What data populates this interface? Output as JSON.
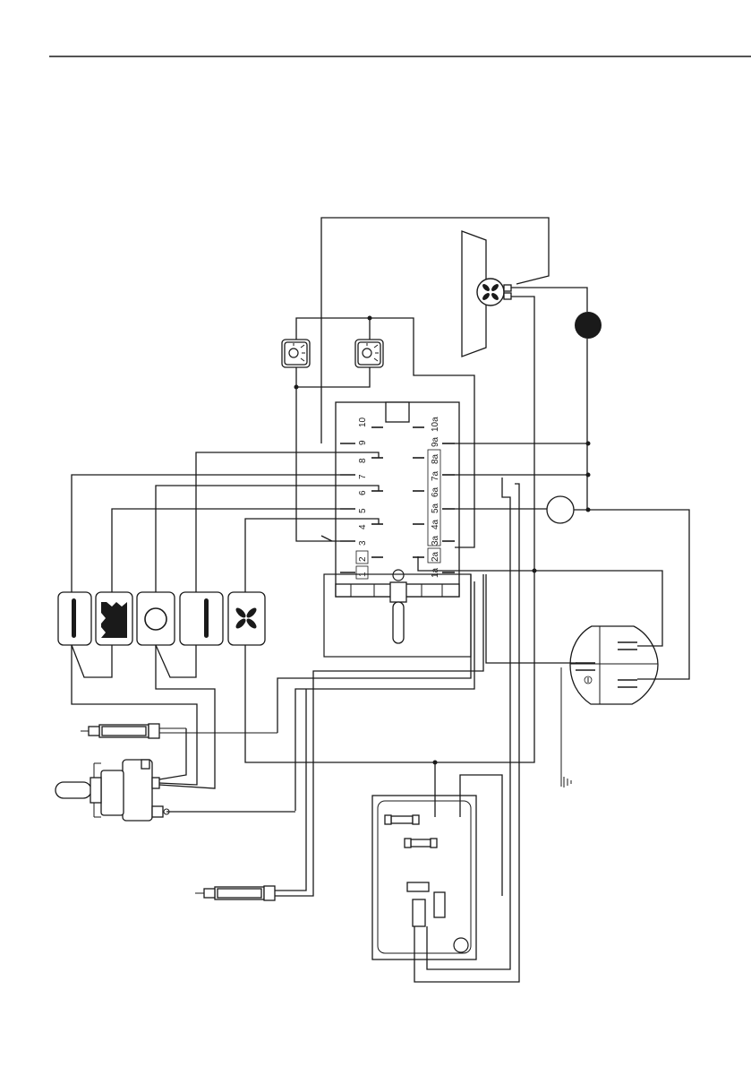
{
  "page": {
    "number": ""
  },
  "selector": {
    "left_terminals": [
      "10",
      "9",
      "8",
      "7",
      "6",
      "5",
      "4",
      "3",
      "2",
      "1"
    ],
    "right_terminals": [
      "10a",
      "9a",
      "8a",
      "7a",
      "6a",
      "5a",
      "4a",
      "3a",
      "2a",
      "1a"
    ]
  },
  "elements": {
    "lamps": [
      "oven-lamp",
      "oven-lamp"
    ],
    "heating_modes": [
      "bottom-element",
      "grill-element",
      "circular-element",
      "top-element",
      "fan"
    ],
    "other": [
      "fan-motor",
      "indicator-light-black",
      "indicator-light-white",
      "thermostat",
      "timer-switch",
      "thermal-cutout",
      "door-switch",
      "power-terminal-board",
      "earth"
    ]
  },
  "colors": {
    "ink": "#1a1a1a",
    "background": "#ffffff"
  }
}
